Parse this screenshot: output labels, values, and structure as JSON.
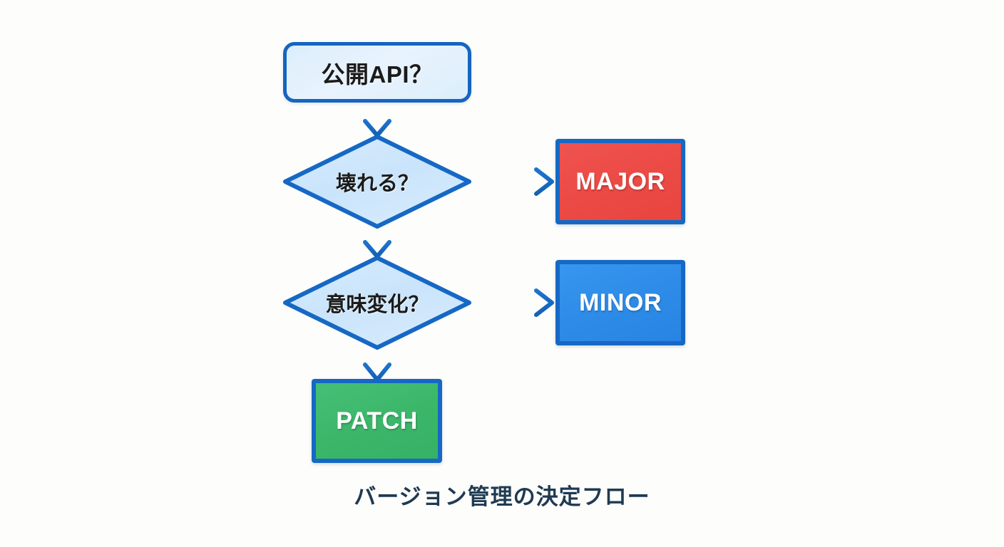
{
  "diagram": {
    "type": "flowchart",
    "caption": "バージョン管理の決定フロー",
    "background_color": "#fdfdfb",
    "edge_color": "#1668c5",
    "nodes": {
      "start": {
        "label": "公開API？",
        "shape": "rounded-rectangle",
        "fill_color": "#e3f1fd",
        "border_color": "#1565c0",
        "text_color": "#1b1b1b"
      },
      "decision_breaking": {
        "label": "壊れる？",
        "shape": "diamond",
        "fill_color": "#cfe7fb",
        "border_color": "#1668c5",
        "text_color": "#1b1b1b"
      },
      "decision_semantic": {
        "label": "意味変化？",
        "shape": "diamond",
        "fill_color": "#cfe7fb",
        "border_color": "#1668c5",
        "text_color": "#1b1b1b"
      },
      "result_major": {
        "label": "MAJOR",
        "shape": "rectangle",
        "fill_color": "#ea4c46",
        "border_color": "#1668c5",
        "text_color": "#ffffff"
      },
      "result_minor": {
        "label": "MINOR",
        "shape": "rectangle",
        "fill_color": "#2d8fe8",
        "border_color": "#1668c5",
        "text_color": "#ffffff"
      },
      "result_patch": {
        "label": "PATCH",
        "shape": "rectangle",
        "fill_color": "#3cb86a",
        "border_color": "#1668c5",
        "text_color": "#ffffff"
      }
    },
    "edges": [
      {
        "from": "start",
        "to": "decision_breaking",
        "label": "",
        "direction": "down"
      },
      {
        "from": "decision_breaking",
        "to": "result_major",
        "label": "",
        "direction": "right"
      },
      {
        "from": "decision_breaking",
        "to": "decision_semantic",
        "label": "",
        "direction": "down"
      },
      {
        "from": "decision_semantic",
        "to": "result_minor",
        "label": "",
        "direction": "right"
      },
      {
        "from": "decision_semantic",
        "to": "result_patch",
        "label": "",
        "direction": "down"
      }
    ]
  }
}
